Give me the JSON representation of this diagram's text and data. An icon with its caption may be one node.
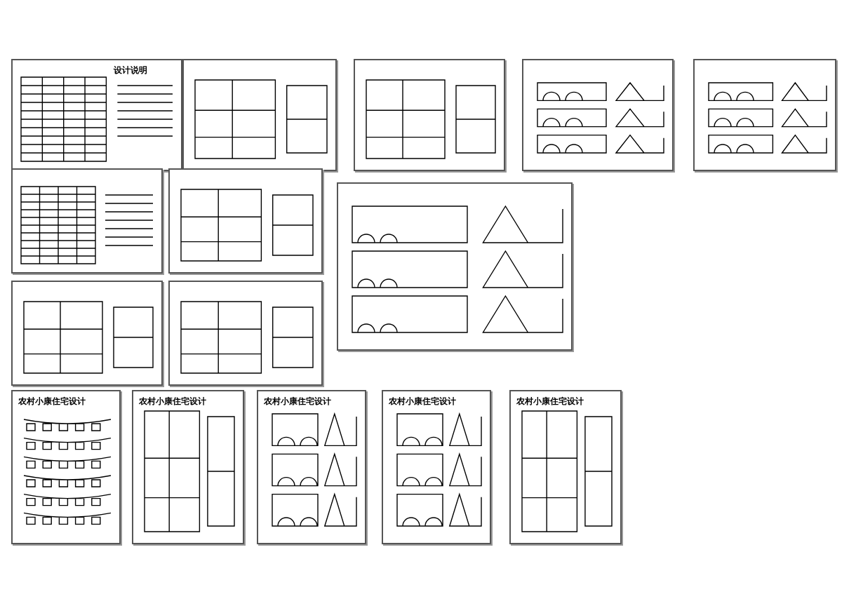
{
  "diagram": {
    "labels": [
      "设计说明",
      "农村小康住宅设计",
      "农村小康住宅设计",
      "农村小康住宅设计",
      "农村小康住宅设计",
      "农村小康住宅设计"
    ]
  }
}
